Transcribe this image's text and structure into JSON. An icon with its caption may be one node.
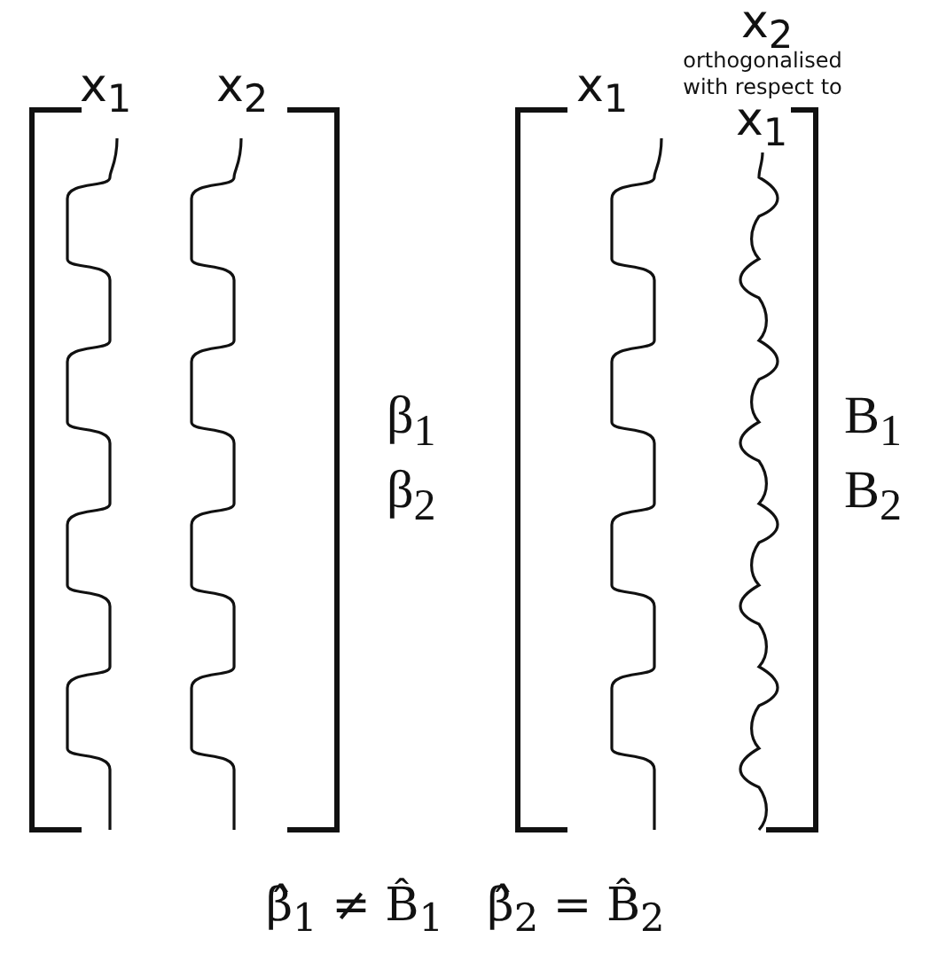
{
  "diagram": {
    "labels": [
      "x$_{1}$",
      "x$_{2}$",
      "β$_{1}$",
      "β$_{2}$",
      "x$_{2}$",
      "orthogonalised with respect to",
      "x$_{1}$",
      "x$_{1}$",
      "B$_{1}$",
      "B$_{2}$",
      "β̂$_{1}$ ≠ B̂$_{1}$   β̂$_{2}$ = B̂$_{2}$"
    ]
  }
}
